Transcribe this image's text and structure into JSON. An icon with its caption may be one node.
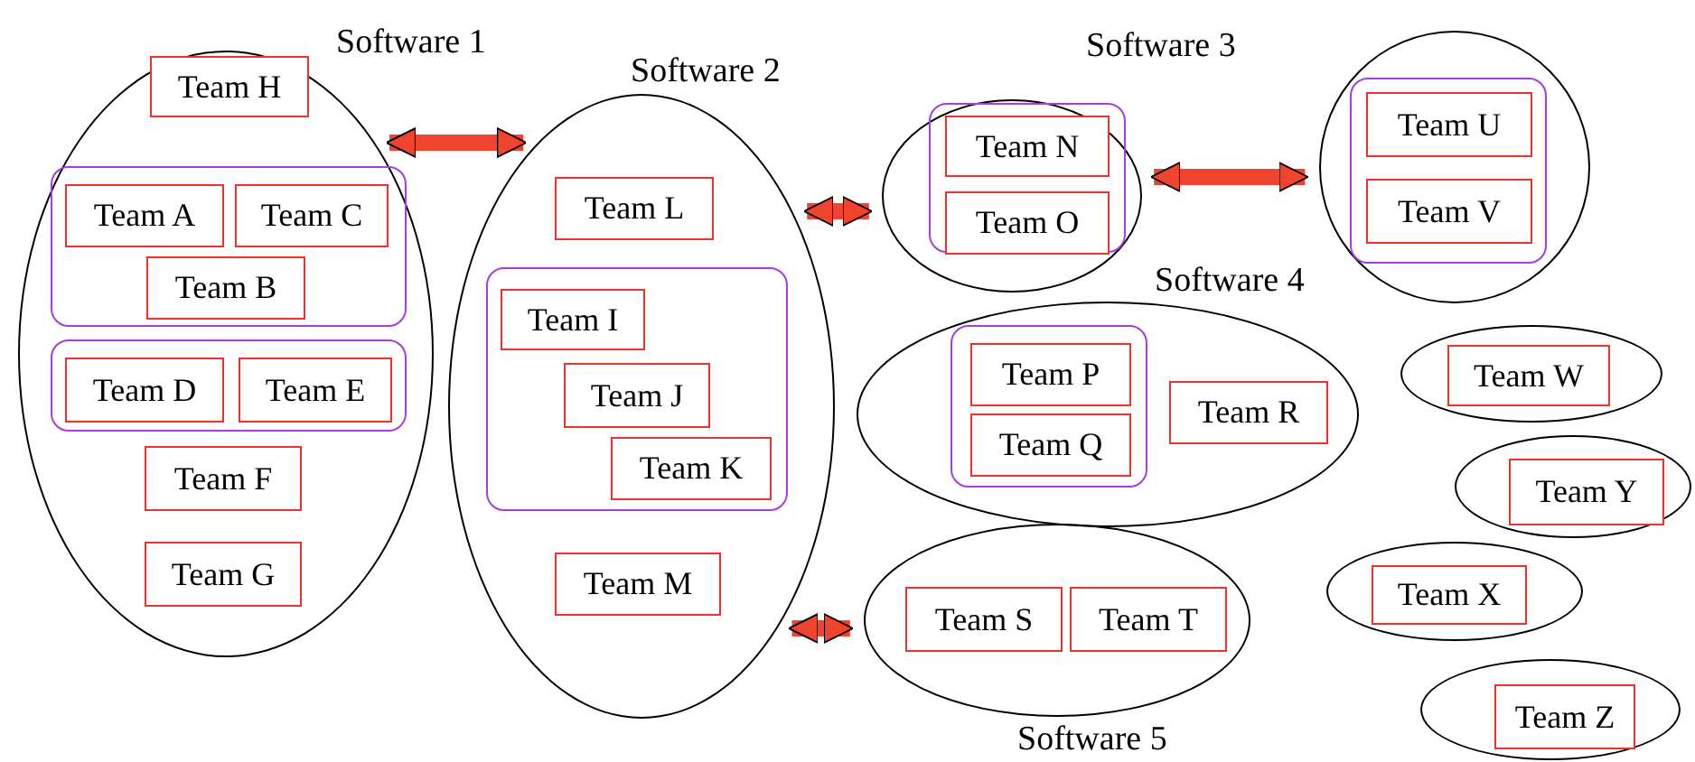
{
  "diagram": {
    "nodes": [
      {
        "text": [
          "Software 1"
        ]
      },
      {
        "text": [
          "Team H"
        ],
        "in": 0
      },
      {
        "text": [],
        "shape": "box",
        "in": 0
      },
      {
        "text": [
          "Team A"
        ],
        "in": 2
      },
      {
        "text": [
          "Team C"
        ],
        "in": 2
      },
      {
        "text": [
          "Team B"
        ],
        "in": 2
      },
      {
        "text": [],
        "shape": "box",
        "in": 0
      },
      {
        "text": [
          "Team D"
        ],
        "in": 6
      },
      {
        "text": [
          "Team E"
        ],
        "in": 6
      },
      {
        "text": [
          "Team F"
        ],
        "in": 0
      },
      {
        "text": [
          "Team G"
        ],
        "in": 0
      },
      {
        "text": [
          "Software 2"
        ]
      },
      {
        "text": [
          "Team L"
        ],
        "in": 11
      },
      {
        "text": [],
        "shape": "box",
        "in": 11
      },
      {
        "text": [
          "Team I"
        ],
        "in": 13
      },
      {
        "text": [
          "Team J"
        ],
        "in": 13
      },
      {
        "text": [
          "Team K"
        ],
        "in": 13
      },
      {
        "text": [
          "Team M"
        ],
        "in": 11
      },
      {
        "text": [
          "Software 3"
        ]
      },
      {
        "text": [],
        "shape": "box",
        "in": 18
      },
      {
        "text": [
          "Team N"
        ],
        "in": 19
      },
      {
        "text": [
          "Team O"
        ],
        "in": 19
      },
      {
        "text": [],
        "shape": "circle"
      },
      {
        "text": [],
        "shape": "box",
        "in": 22
      },
      {
        "text": [
          "Team U"
        ],
        "in": 23
      },
      {
        "text": [
          "Team V"
        ],
        "in": 23
      },
      {
        "text": [
          "Software 4"
        ]
      },
      {
        "text": [],
        "shape": "box",
        "in": 26
      },
      {
        "text": [
          "Team P"
        ],
        "in": 27
      },
      {
        "text": [
          "Team Q"
        ],
        "in": 27
      },
      {
        "text": [
          "Team R"
        ],
        "in": 26
      },
      {
        "text": [
          "Software 5"
        ]
      },
      {
        "text": [
          "Team S"
        ],
        "in": 31
      },
      {
        "text": [
          "Team T"
        ],
        "in": 31
      },
      {
        "text": [],
        "shape": "ellipse"
      },
      {
        "text": [
          "Team W"
        ],
        "in": 34
      },
      {
        "text": [],
        "shape": "ellipse"
      },
      {
        "text": [
          "Team Y"
        ],
        "in": 36
      },
      {
        "text": [],
        "shape": "ellipse"
      },
      {
        "text": [
          "Team X"
        ],
        "in": 38
      },
      {
        "text": [],
        "shape": "ellipse"
      },
      {
        "text": [
          "Team Z"
        ],
        "in": 40
      }
    ],
    "edges": [
      {
        "from": 0,
        "to": 11,
        "arrow": "both"
      },
      {
        "from": 11,
        "to": 18,
        "arrow": "both"
      },
      {
        "from": 18,
        "to": 22,
        "arrow": "both"
      },
      {
        "from": 11,
        "to": 31,
        "arrow": "both"
      }
    ]
  }
}
